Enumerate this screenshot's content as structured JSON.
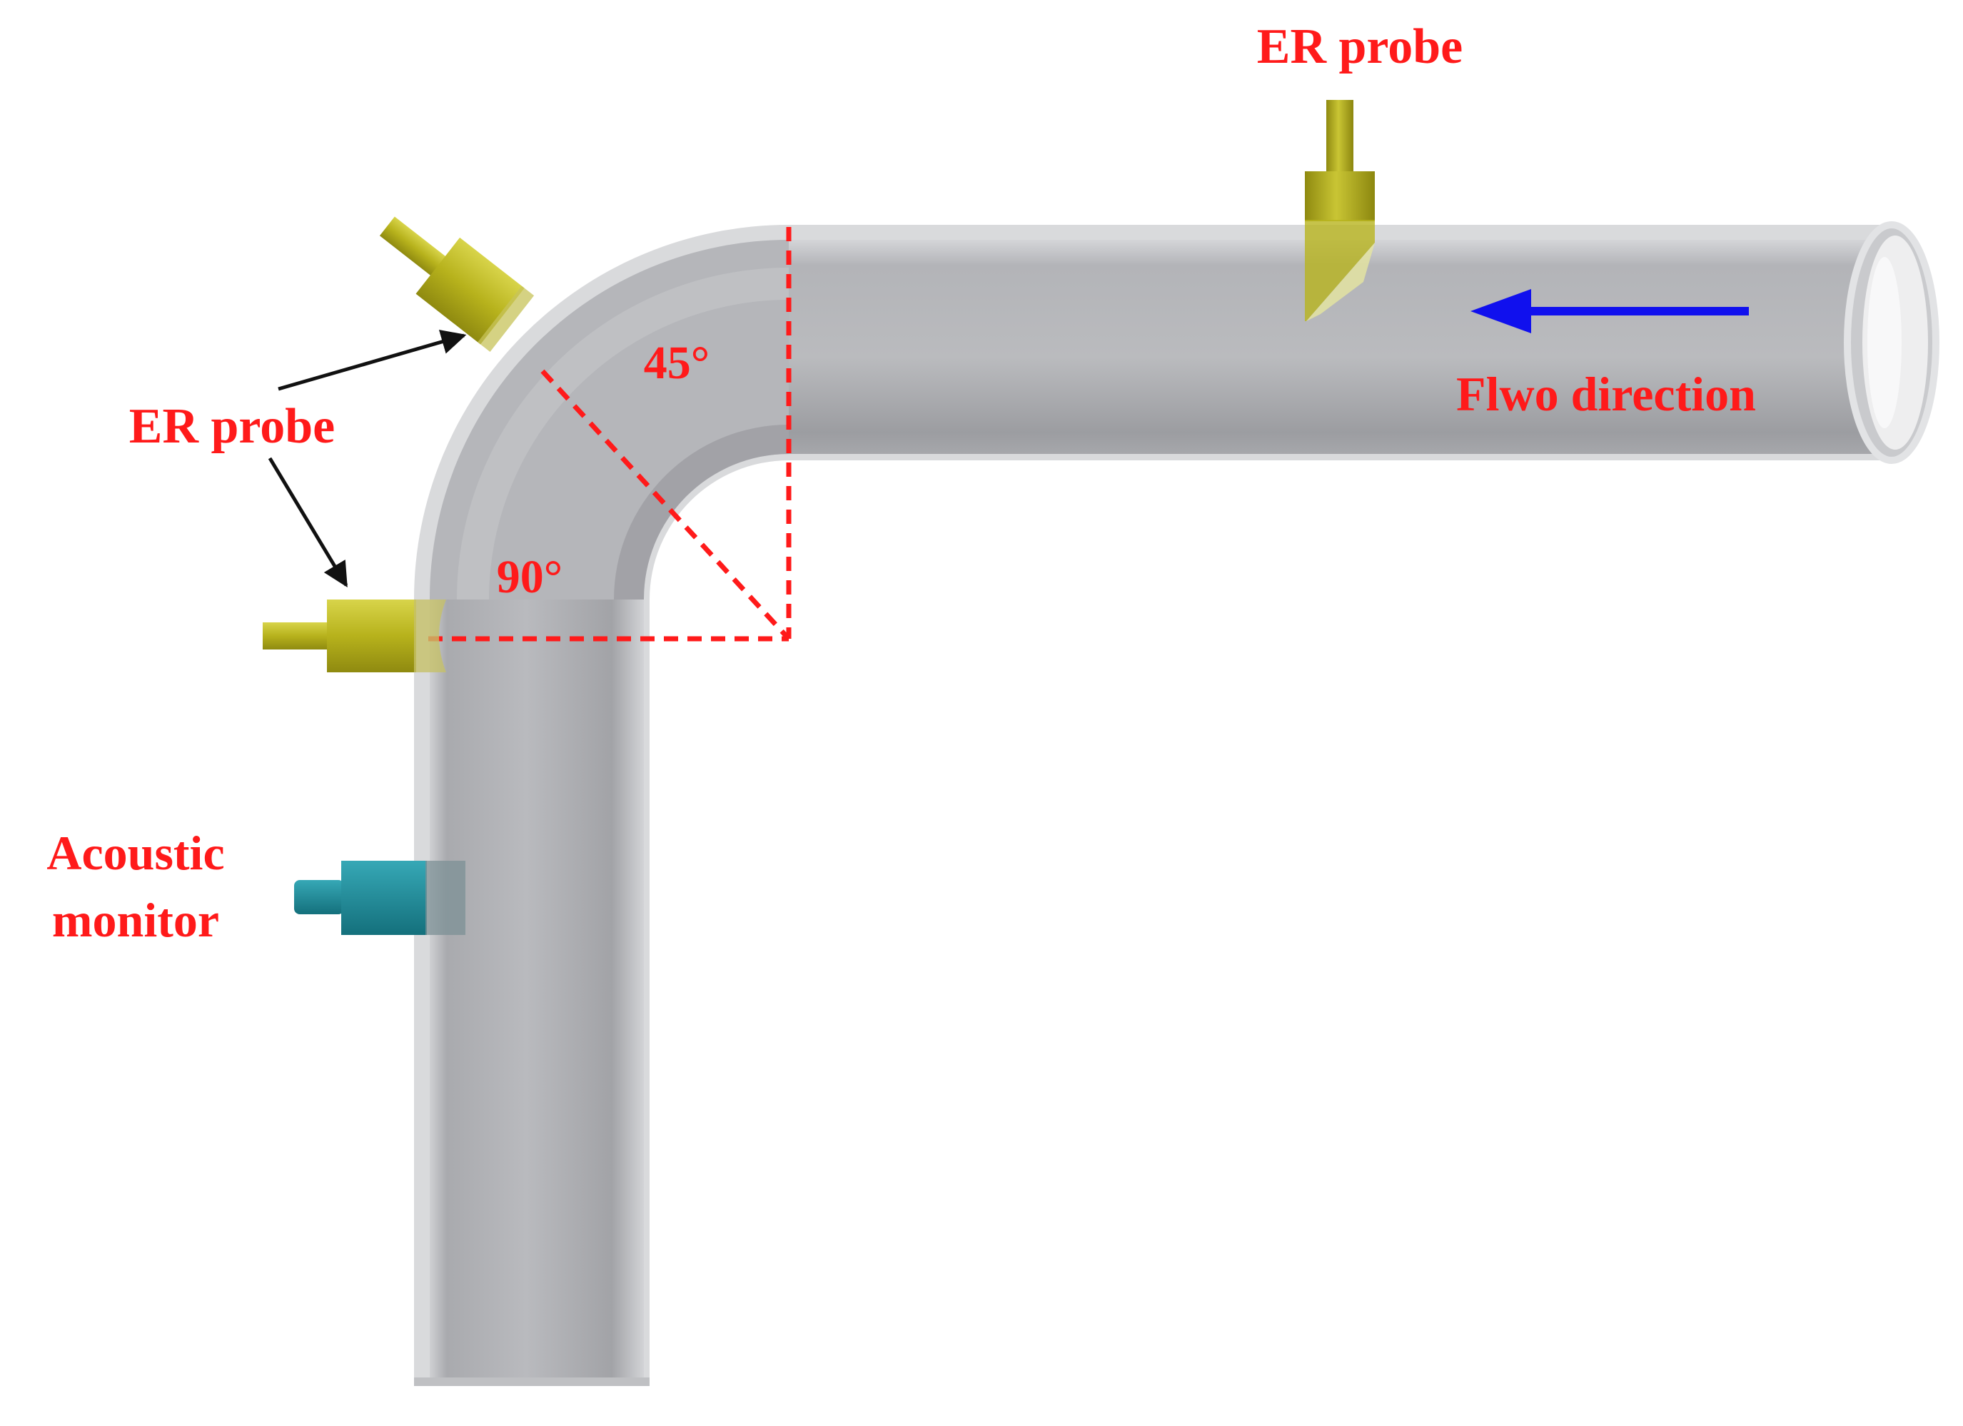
{
  "labels": {
    "er_probe_top": "ER probe",
    "er_probe_left": "ER probe",
    "flow_direction": "Flwo direction",
    "angle_45": "45°",
    "angle_90": "90°",
    "acoustic_line1": "Acoustic",
    "acoustic_line2": "monitor"
  },
  "colors": {
    "label": "#ff1a1a",
    "guide": "#ff1a1a",
    "flow_arrow": "#1010ee",
    "pointer": "#111111",
    "pipe": "#b3b4b8",
    "probe": "#b8b41e",
    "acoustic": "#1c8c9a"
  },
  "icons": {
    "flow": "arrow-left-icon",
    "pointer": "arrow-icon"
  }
}
